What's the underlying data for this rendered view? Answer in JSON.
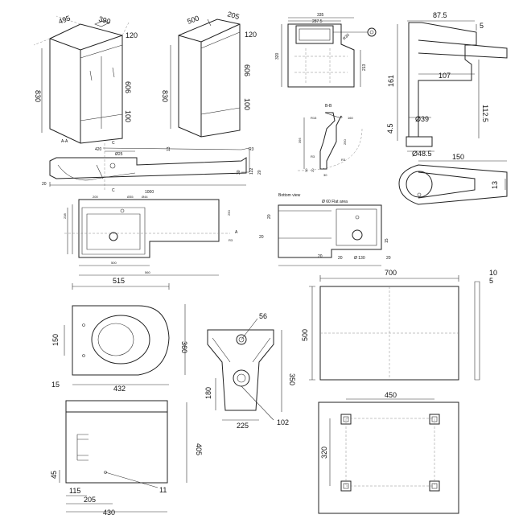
{
  "vanity_front": {
    "w1": "495",
    "w2": "390",
    "h": "830",
    "top": "120",
    "mid": "606",
    "bot": "100"
  },
  "vanity_side": {
    "d1": "500",
    "d2": "205",
    "h": "830",
    "top": "120",
    "mid": "606",
    "bot": "100"
  },
  "basin_top": {
    "w": "335",
    "w2": "287.5",
    "h": "320",
    "r": "R30",
    "d": "213"
  },
  "tap": {
    "w": "87.5",
    "t": "5",
    "h": "161",
    "spout": "107",
    "d": "112.5",
    "dia": "Ø39",
    "base": "Ø48.5",
    "b": "4.5"
  },
  "section_aa": {
    "label": "A-A",
    "c_top": "C",
    "c_bot": "C",
    "a": "420",
    "b": "Ø25",
    "c": "13",
    "r": "R3",
    "d": "20",
    "e": "30",
    "f": "122",
    "g": "20"
  },
  "section_bb": {
    "label": "B-B",
    "r15": "R15",
    "a": "160",
    "h": "395",
    "r3": "R3",
    "v20a": "20",
    "v20b": "20",
    "v30": "30",
    "h250": "250",
    "r3b": "R3"
  },
  "tap_top": {
    "w": "150",
    "d": "13"
  },
  "basin_plan": {
    "w": "1000",
    "a": "200",
    "b": "Ø35",
    "c": "Ø44",
    "d": "238",
    "e": "250",
    "f": "500",
    "g": "R3",
    "h": "560",
    "i": "A"
  },
  "bottom_view": {
    "title": "Bottom view",
    "flat": "Ø 60 Flat area",
    "a": "20",
    "b": "20",
    "c": "15",
    "d": "20",
    "e": "20",
    "f": "Ø 130",
    "g": "20"
  },
  "wc_top": {
    "w": "515",
    "h": "360",
    "a": "150",
    "b": "432",
    "c": "15"
  },
  "wc_front": {
    "a": "56",
    "h": "350",
    "b": "180",
    "w": "225",
    "c": "102"
  },
  "mirror": {
    "w": "700",
    "h": "500",
    "t1": "10",
    "t2": "5"
  },
  "cistern": {
    "w": "450",
    "h": "320"
  },
  "wc_side": {
    "h": "405",
    "a": "45",
    "b": "115",
    "c": "205",
    "w": "430",
    "d": "11"
  }
}
